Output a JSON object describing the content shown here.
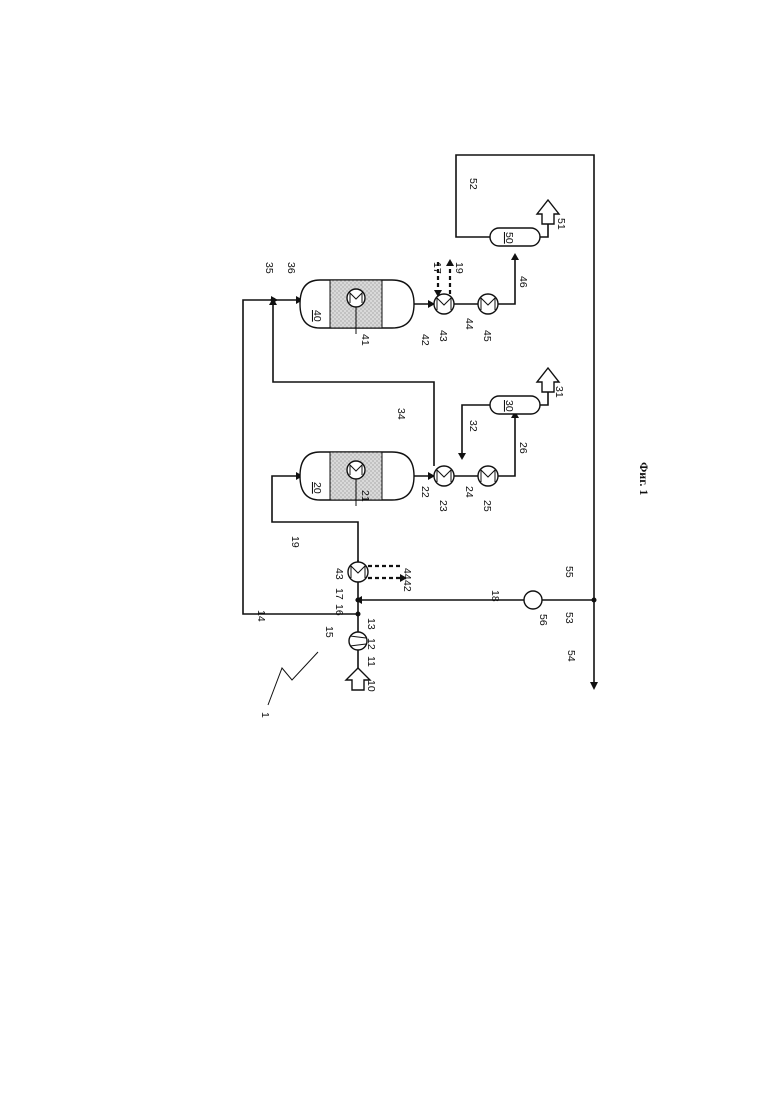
{
  "figure": {
    "caption": "Фиг. 1",
    "plant_ref": "1",
    "numerals": {
      "n10": "10",
      "n11": "11",
      "n12": "12",
      "n13": "13",
      "n14": "14",
      "n15": "15",
      "n16": "16",
      "n17": "17",
      "n18": "18",
      "n19": "19",
      "n20": "20",
      "n21": "21",
      "n22": "22",
      "n23": "23",
      "n24": "24",
      "n25": "25",
      "n26": "26",
      "n30": "30",
      "n31": "31",
      "n32": "32",
      "n34": "34",
      "n35": "35",
      "n36": "36",
      "n40": "40",
      "n41": "41",
      "n42": "42",
      "n43": "43",
      "n44": "44",
      "n45": "45",
      "n46": "46",
      "n50": "50",
      "n51": "51",
      "n52": "52",
      "n53": "53",
      "n54": "54",
      "n55": "55",
      "n56": "56",
      "hx43_in": "42",
      "hx43_out": "44",
      "hx23b_in": "17",
      "hx23b_out": "19"
    }
  }
}
